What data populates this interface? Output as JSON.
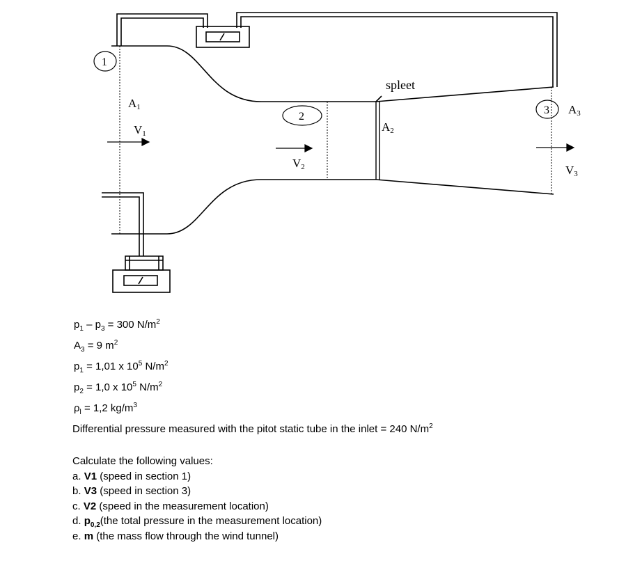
{
  "diagram": {
    "labels": {
      "section1": "1",
      "section2": "2",
      "section3": "3",
      "A1": "A",
      "A1_sub": "1",
      "V1": "V",
      "V1_sub": "1",
      "V2": "V",
      "V2_sub": "2",
      "A2": "A",
      "A2_sub": "2",
      "A3": "A",
      "A3_sub": "3",
      "V3": "V",
      "V3_sub": "3",
      "slit": "spleet"
    },
    "icons": [
      "pressure-gauge-icon",
      "flow-arrow-icon"
    ]
  },
  "givens": [
    {
      "lhs": "p",
      "lhs_sub": "1",
      "mid": " – p",
      "mid_sub": "3",
      "rhs": " = 300 N/m",
      "rhs_sup": "2"
    },
    {
      "lhs": "A",
      "lhs_sub": "3",
      "mid": "",
      "mid_sub": "",
      "rhs": " = 9 m",
      "rhs_sup": "2"
    },
    {
      "lhs": "p",
      "lhs_sub": "1",
      "mid": "",
      "mid_sub": "",
      "rhs": " = 1,01 x 10",
      "rhs_sup": "5",
      "tail": " N/m",
      "tail_sup": "2"
    },
    {
      "lhs": "p",
      "lhs_sub": "2",
      "mid": "",
      "mid_sub": "",
      "rhs": " = 1,0 x 10",
      "rhs_sup": "5",
      "tail": " N/m",
      "tail_sup": "2"
    },
    {
      "lhs": "ρ",
      "lhs_sub": "l",
      "mid": "",
      "mid_sub": "",
      "rhs": " = 1,2 kg/m",
      "rhs_sup": "3"
    }
  ],
  "note": {
    "text": "Differential pressure measured with the pitot static tube in the inlet = 240 N/m",
    "sup": "2"
  },
  "questions": {
    "intro": "Calculate the following values:",
    "items": [
      {
        "prefix": "a. ",
        "bold": "V1",
        "bold_sub": "",
        "rest": " (speed in section 1)"
      },
      {
        "prefix": "b. ",
        "bold": "V3",
        "bold_sub": "",
        "rest": " (speed in section 3)"
      },
      {
        "prefix": "c. ",
        "bold": "V2",
        "bold_sub": "",
        "rest": " (speed in the measurement location)"
      },
      {
        "prefix": "d. ",
        "bold": "p",
        "bold_sub": "0,2",
        "rest": "(the total pressure in the measurement location)"
      },
      {
        "prefix": "e. ",
        "bold": "m",
        "bold_sub": "",
        "rest": " (the mass flow through the wind tunnel)"
      }
    ]
  }
}
